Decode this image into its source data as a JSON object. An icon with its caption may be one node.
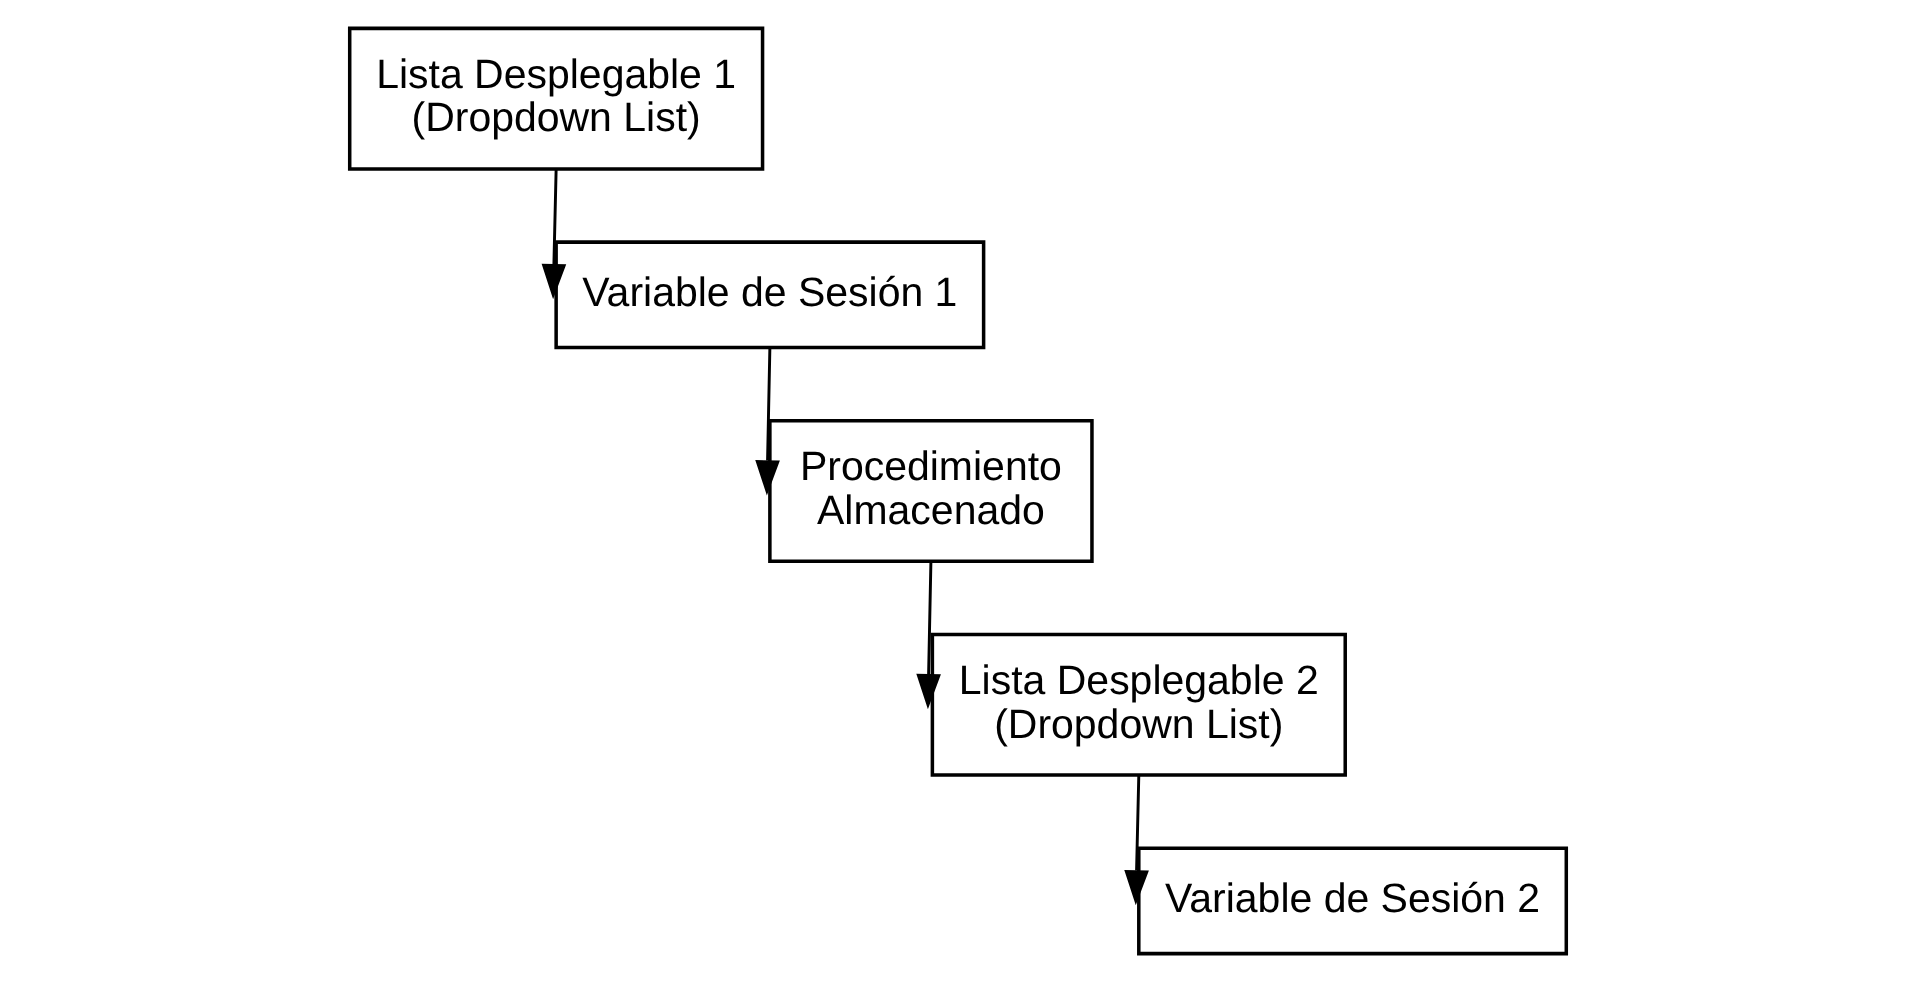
{
  "diagram": {
    "nodes": [
      {
        "text": [
          "Lista Desplegable 1 (Dropdown List)"
        ]
      },
      {
        "text": [
          "Variable de Sesión 1"
        ]
      },
      {
        "text": [
          "Procedimiento Almacenado"
        ]
      },
      {
        "text": [
          "Lista Desplegable 2 (Dropdown List)"
        ]
      },
      {
        "text": [
          "Variable de Sesión 2"
        ]
      }
    ],
    "edges": [
      {
        "from": 0,
        "to": 1,
        "arrow": "to"
      },
      {
        "from": 1,
        "to": 2,
        "arrow": "to"
      },
      {
        "from": 2,
        "to": 3,
        "arrow": "to"
      },
      {
        "from": 3,
        "to": 4,
        "arrow": "to"
      }
    ]
  }
}
